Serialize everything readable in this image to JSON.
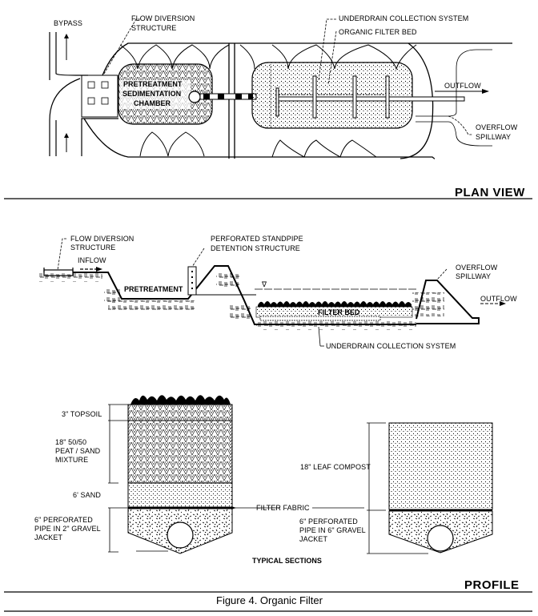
{
  "figure": {
    "caption": "Figure 4. Organic Filter",
    "sections": {
      "plan_view_title": "PLAN VIEW",
      "profile_title": "PROFILE",
      "typical_sections_title": "TYPICAL SECTIONS"
    }
  },
  "plan_view": {
    "labels": {
      "bypass": "BYPASS",
      "flow_diversion_1": "FLOW DIVERSION",
      "flow_diversion_2": "STRUCTURE",
      "underdrain": "UNDERDRAIN COLLECTION SYSTEM",
      "organic_filter_bed": "ORGANIC FILTER BED",
      "pretreatment_1": "PRETREATMENT",
      "pretreatment_2": "SEDIMENTATION",
      "pretreatment_3": "CHAMBER",
      "outflow": "OUTFLOW",
      "overflow_1": "OVERFLOW",
      "overflow_2": "SPILLWAY"
    }
  },
  "profile_view": {
    "labels": {
      "flow_diversion_1": "FLOW DIVERSION",
      "flow_diversion_2": "STRUCTURE",
      "inflow": "INFLOW",
      "standpipe_1": "PERFORATED STANDPIPE",
      "standpipe_2": "DETENTION STRUCTURE",
      "pretreatment": "PRETREATMENT",
      "overflow_1": "OVERFLOW",
      "overflow_2": "SPILLWAY",
      "filter_bed": "FILTER BED",
      "outflow": "OUTFLOW",
      "underdrain": "UNDERDRAIN COLLECTION SYSTEM",
      "water_level_symbol": "∇"
    }
  },
  "typical_sections": {
    "left": {
      "topsoil": "3\" TOPSOIL",
      "peat_1": "18\" 50/50",
      "peat_2": "PEAT / SAND",
      "peat_3": "MIXTURE",
      "sand": "6' SAND",
      "pipe_1": "6\" PERFORATED",
      "pipe_2": "PIPE IN 2\" GRAVEL",
      "pipe_3": "JACKET"
    },
    "filter_fabric": "FILTER FABRIC",
    "right": {
      "compost": "18\" LEAF COMPOST",
      "pipe_1": "6\" PERFORATED",
      "pipe_2": "PIPE IN 6\" GRAVEL",
      "pipe_3": "JACKET"
    }
  }
}
